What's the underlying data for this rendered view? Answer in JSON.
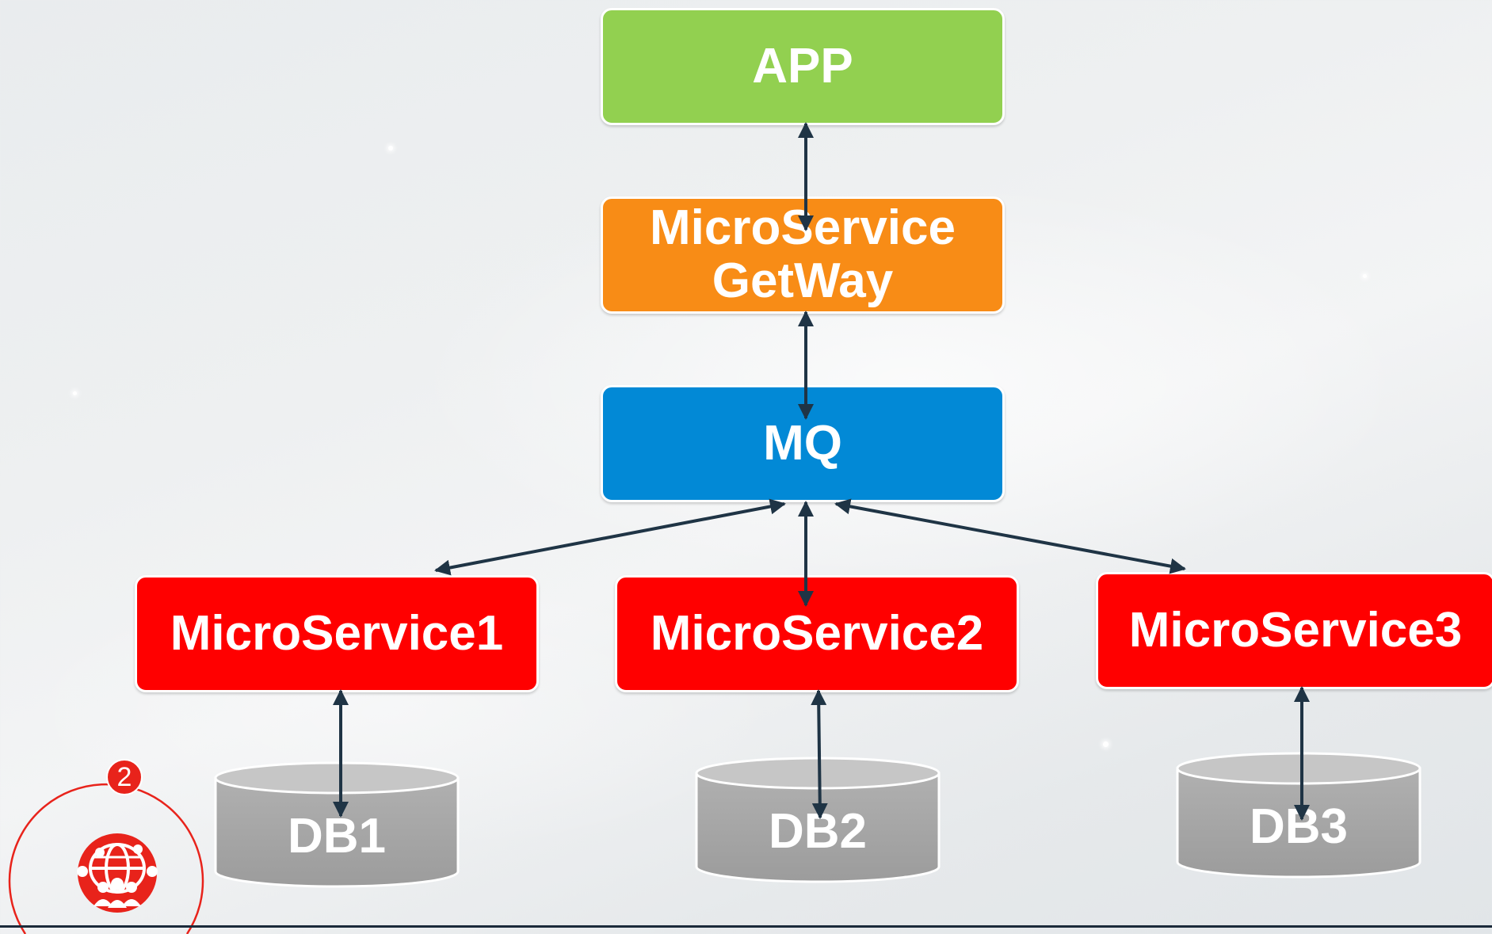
{
  "nodes": {
    "app": "APP",
    "gateway_line1": "MicroService",
    "gateway_line2": "GetWay",
    "mq": "MQ",
    "ms1": "MicroService1",
    "ms2": "MicroService2",
    "ms3": "MicroService3",
    "db1": "DB1",
    "db2": "DB2",
    "db3": "DB3"
  },
  "badge": {
    "number": "2",
    "icon": "global-network-people-icon"
  },
  "colors": {
    "app": "#92d050",
    "gateway": "#f88c16",
    "mq": "#0289d6",
    "microservice": "#ff0000",
    "database": "#a6a6a6",
    "arrow": "#1f3445",
    "accent": "#e8231b"
  }
}
